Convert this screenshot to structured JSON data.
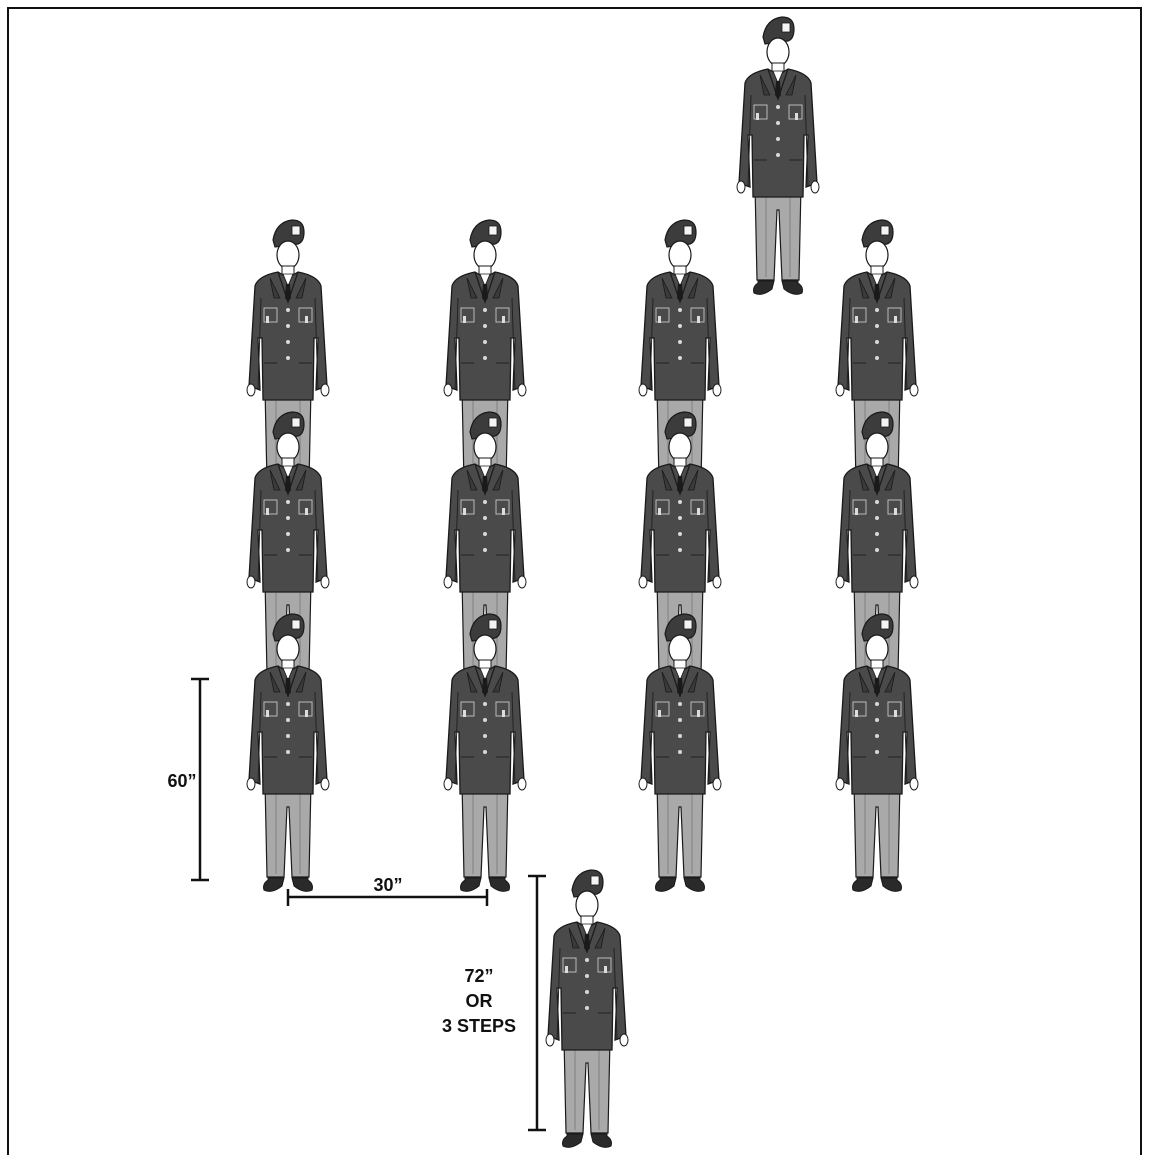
{
  "diagram": {
    "title": "",
    "figures": {
      "total": 14,
      "ranks": 3,
      "files": 4,
      "leader_front": 1,
      "leader_rear": 1,
      "description_icon": "soldier-in-uniform-figure"
    },
    "dimensions": {
      "rank_distance_label": "60”",
      "file_interval_label": "30”",
      "rear_distance_line1": "72”",
      "rear_distance_line2": "OR",
      "rear_distance_line3": "3 STEPS"
    },
    "colors": {
      "jacket": "#4a4a4a",
      "trousers": "#a9a9a9",
      "beret": "#3c3c3c",
      "outline": "#1a1a1a",
      "line": "#111111"
    }
  }
}
